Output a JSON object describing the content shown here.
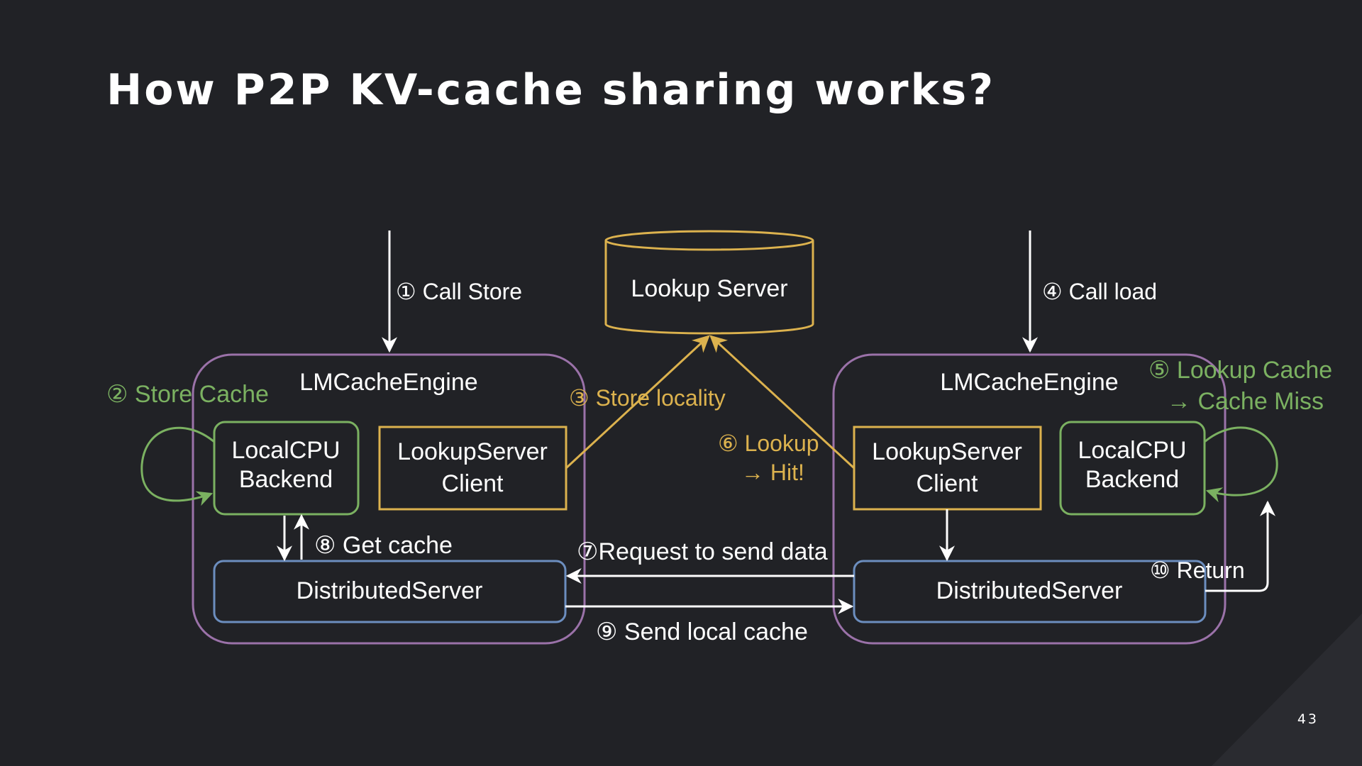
{
  "slide": {
    "title": "How P2P KV-cache sharing works?",
    "page_number": "43"
  },
  "colors": {
    "background": "#212226",
    "text": "#ffffff",
    "engine_border": "#9b72a9",
    "localcpu_border": "#7bb161",
    "distributed_border": "#6c8ebf",
    "lookup_border": "#dcb24e",
    "green_label": "#7bb161",
    "yellow_label": "#dcb24e",
    "arrow_white": "#ffffff"
  },
  "diagram": {
    "lookup_server": {
      "label": "Lookup Server"
    },
    "left_node": {
      "engine_label": "LMCacheEngine",
      "localcpu_line1": "LocalCPU",
      "localcpu_line2": "Backend",
      "lsclient_line1": "LookupServer",
      "lsclient_line2": "Client",
      "distributed_label": "DistributedServer"
    },
    "right_node": {
      "engine_label": "LMCacheEngine",
      "localcpu_line1": "LocalCPU",
      "localcpu_line2": "Backend",
      "lsclient_line1": "LookupServer",
      "lsclient_line2": "Client",
      "distributed_label": "DistributedServer"
    },
    "steps": {
      "s1": "① Call Store",
      "s2": "② Store Cache",
      "s3": "③ Store locality",
      "s4": "④ Call load",
      "s5_line1": "⑤ Lookup Cache",
      "s5_line2": "→ Cache Miss",
      "s6_line1": "⑥ Lookup",
      "s6_line2": "→ Hit!",
      "s7": "⑦Request to send data",
      "s8": "⑧ Get cache",
      "s9": "⑨ Send local cache",
      "s10": "⑩ Return"
    }
  }
}
